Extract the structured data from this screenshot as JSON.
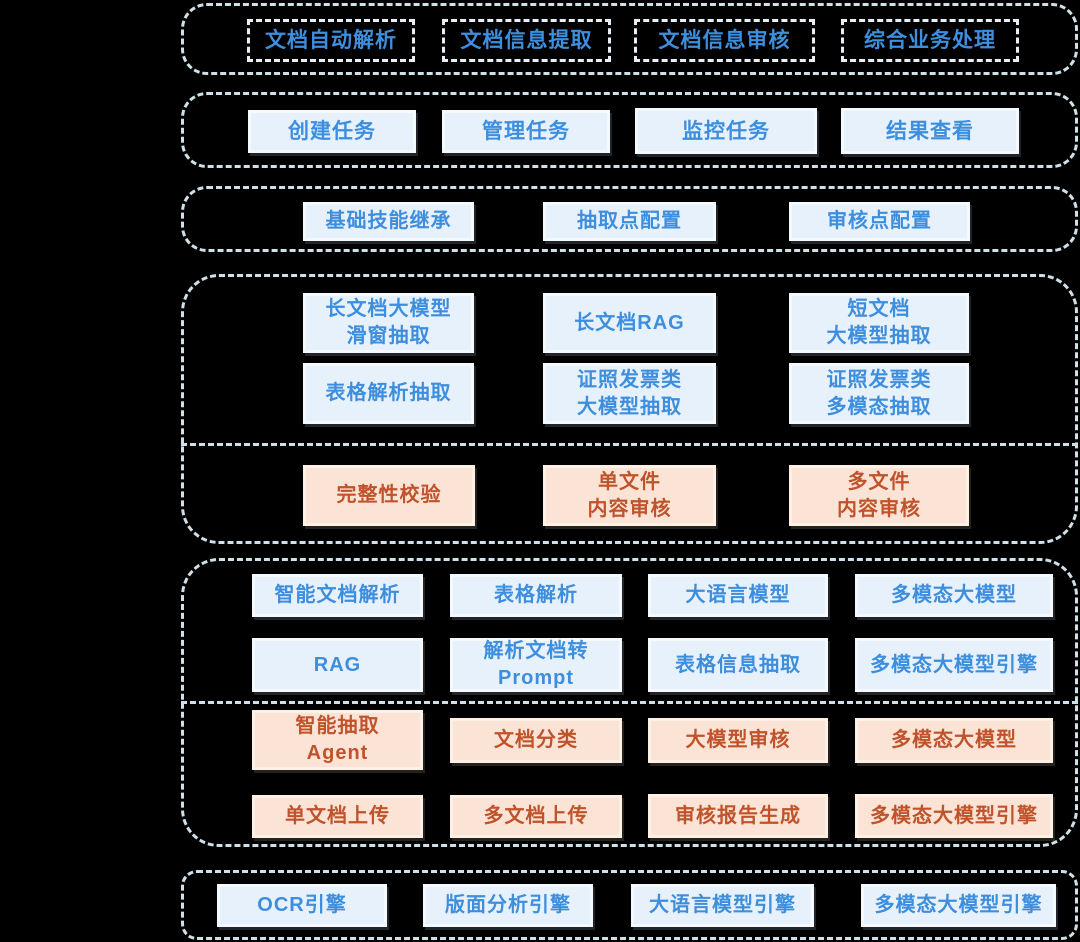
{
  "colors": {
    "background": "#000000",
    "container_border": "#cfe0e9",
    "blue_text": "#3e8ede",
    "blue_fill": "#e7f1fb",
    "blue_border": "#f4f9fd",
    "orange_text": "#c0532b",
    "orange_fill": "#fbe4d5",
    "orange_border": "#fdf0e4",
    "dashed_box_border": "#e9eef3"
  },
  "layer_scenarios": {
    "items": [
      {
        "label": "文档自动解析"
      },
      {
        "label": "文档信息提取"
      },
      {
        "label": "文档信息审核"
      },
      {
        "label": "综合业务处理"
      }
    ]
  },
  "layer_tasks": {
    "items": [
      {
        "label": "创建任务"
      },
      {
        "label": "管理任务"
      },
      {
        "label": "监控任务"
      },
      {
        "label": "结果查看"
      }
    ]
  },
  "layer_config": {
    "items": [
      {
        "label": "基础技能继承"
      },
      {
        "label": "抽取点配置"
      },
      {
        "label": "审核点配置"
      }
    ]
  },
  "layer_extraction_review": {
    "extract_items": [
      {
        "label": "长文档大模型\n滑窗抽取"
      },
      {
        "label": "长文档RAG"
      },
      {
        "label": "短文档\n大模型抽取"
      },
      {
        "label": "表格解析抽取"
      },
      {
        "label": "证照发票类\n大模型抽取"
      },
      {
        "label": "证照发票类\n多模态抽取"
      }
    ],
    "review_items": [
      {
        "label": "完整性校验"
      },
      {
        "label": "单文件\n内容审核"
      },
      {
        "label": "多文件\n内容审核"
      }
    ]
  },
  "layer_capabilities": {
    "blue_items": [
      {
        "label": "智能文档解析"
      },
      {
        "label": "表格解析"
      },
      {
        "label": "大语言模型"
      },
      {
        "label": "多模态大模型"
      },
      {
        "label": "RAG"
      },
      {
        "label": "解析文档转\nPrompt"
      },
      {
        "label": "表格信息抽取"
      },
      {
        "label": "多模态大模型引擎"
      }
    ],
    "orange_items": [
      {
        "label": "智能抽取\nAgent"
      },
      {
        "label": "文档分类"
      },
      {
        "label": "大模型审核"
      },
      {
        "label": "多模态大模型"
      },
      {
        "label": "单文档上传"
      },
      {
        "label": "多文档上传"
      },
      {
        "label": "审核报告生成"
      },
      {
        "label": "多模态大模型引擎"
      }
    ]
  },
  "layer_engines": {
    "items": [
      {
        "label": "OCR引擎"
      },
      {
        "label": "版面分析引擎"
      },
      {
        "label": "大语言模型引擎"
      },
      {
        "label": "多模态大模型引擎"
      }
    ]
  }
}
